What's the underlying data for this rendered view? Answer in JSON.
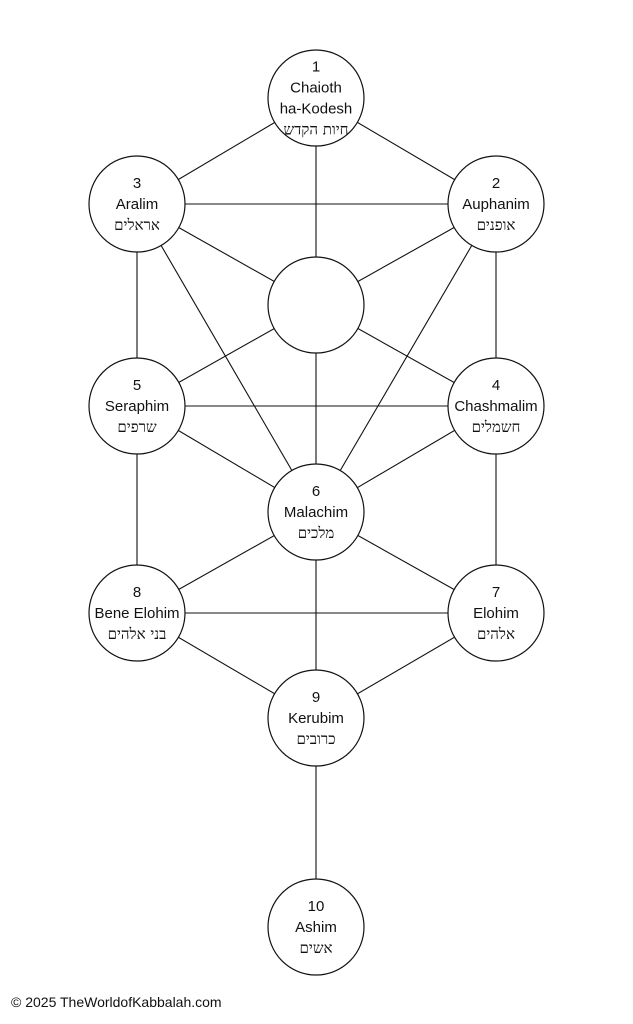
{
  "nodes": [
    {
      "id": "n1",
      "number": "1",
      "name_lines": [
        "Chaioth",
        "ha-Kodesh"
      ],
      "hebrew": "חיות הקדש"
    },
    {
      "id": "n2",
      "number": "2",
      "name_lines": [
        "Auphanim"
      ],
      "hebrew": "אופנים"
    },
    {
      "id": "n3",
      "number": "3",
      "name_lines": [
        "Aralim"
      ],
      "hebrew": "אראלים"
    },
    {
      "id": "n4",
      "number": "4",
      "name_lines": [
        "Chashmalim"
      ],
      "hebrew": "חשמלים"
    },
    {
      "id": "n5",
      "number": "5",
      "name_lines": [
        "Seraphim"
      ],
      "hebrew": "שרפים"
    },
    {
      "id": "n6",
      "number": "6",
      "name_lines": [
        "Malachim"
      ],
      "hebrew": "מלכים"
    },
    {
      "id": "n7",
      "number": "7",
      "name_lines": [
        "Elohim"
      ],
      "hebrew": "אלהים"
    },
    {
      "id": "n8",
      "number": "8",
      "name_lines": [
        "Bene Elohim"
      ],
      "hebrew": "בני אלהים"
    },
    {
      "id": "n9",
      "number": "9",
      "name_lines": [
        "Kerubim"
      ],
      "hebrew": "כרובים"
    },
    {
      "id": "n10",
      "number": "10",
      "name_lines": [
        "Ashim"
      ],
      "hebrew": "אשים"
    },
    {
      "id": "daath",
      "number": "",
      "name_lines": [],
      "hebrew": ""
    }
  ],
  "edges": [
    [
      "n1",
      "n2"
    ],
    [
      "n1",
      "n3"
    ],
    [
      "n1",
      "daath"
    ],
    [
      "n2",
      "n3"
    ],
    [
      "n2",
      "daath"
    ],
    [
      "n3",
      "daath"
    ],
    [
      "n2",
      "n4"
    ],
    [
      "n3",
      "n5"
    ],
    [
      "n2",
      "n6"
    ],
    [
      "n3",
      "n6"
    ],
    [
      "daath",
      "n4"
    ],
    [
      "daath",
      "n5"
    ],
    [
      "daath",
      "n6"
    ],
    [
      "n4",
      "n5"
    ],
    [
      "n4",
      "n6"
    ],
    [
      "n5",
      "n6"
    ],
    [
      "n4",
      "n7"
    ],
    [
      "n5",
      "n8"
    ],
    [
      "n6",
      "n7"
    ],
    [
      "n6",
      "n8"
    ],
    [
      "n6",
      "n9"
    ],
    [
      "n7",
      "n8"
    ],
    [
      "n7",
      "n9"
    ],
    [
      "n8",
      "n9"
    ],
    [
      "n9",
      "n10"
    ]
  ],
  "footer": {
    "copyright": "© 2025 TheWorldofKabbalah.com"
  }
}
